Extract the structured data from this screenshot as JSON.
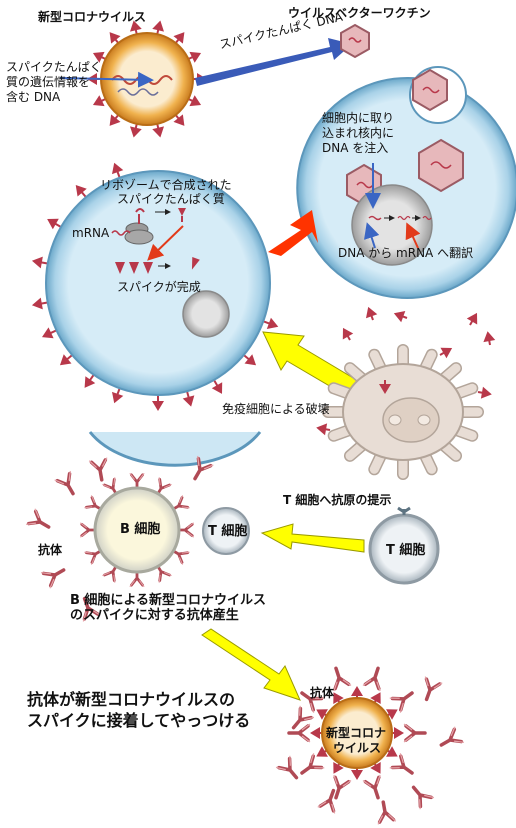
{
  "labels": {
    "coronavirus_title": "新型コロナウイルス",
    "vector_vaccine_title": "ウイルスベクターワクチン",
    "spike_dna_gene_1": "スパイクたんぱく",
    "spike_dna_gene_2": "質の遺伝情報を",
    "spike_dna_gene_3": "含む DNA",
    "spike_dna_arrow": "スパイクたんぱく DNA",
    "inject_1": "細胞内に取り",
    "inject_2": "込まれ核内に",
    "inject_3": "DNA を注入",
    "transcribe": "DNA から mRNA へ翻訳",
    "ribosome_1": "リボゾームで合成された",
    "ribosome_2": "スパイクたんぱく質",
    "mrna": "mRNA",
    "spike_complete": "スパイクが完成",
    "immune_destroy": "免疫細胞による破壊",
    "tcell_present": "T 細胞へ抗原の提示",
    "b_cell": "B 細胞",
    "t_cell_small": "T 細胞",
    "t_cell_large": "T 細胞",
    "antibody_left": "抗体",
    "antibody_production_1": "B 細胞による新型コロナウイルス",
    "antibody_production_2": "のスパイクに対する抗体産生",
    "antibody_attach_1": "抗体が新型コロナウイルスの",
    "antibody_attach_2": "スパイクに接着してやっつける",
    "antibody_right": "抗体",
    "virus_bottom_1": "新型コロナ",
    "virus_bottom_2": "ウイルス"
  },
  "colors": {
    "cell_fill": "#cde7f4",
    "cell_rim": "#6aa7c9",
    "spike": "#b8384a",
    "antibody": "#b04a55",
    "virus_core": "#e9a94a",
    "big_arrow_red": "#ff3300",
    "big_arrow_yellow": "#ffff00",
    "flow_arrow_blue": "#3a66c4"
  }
}
